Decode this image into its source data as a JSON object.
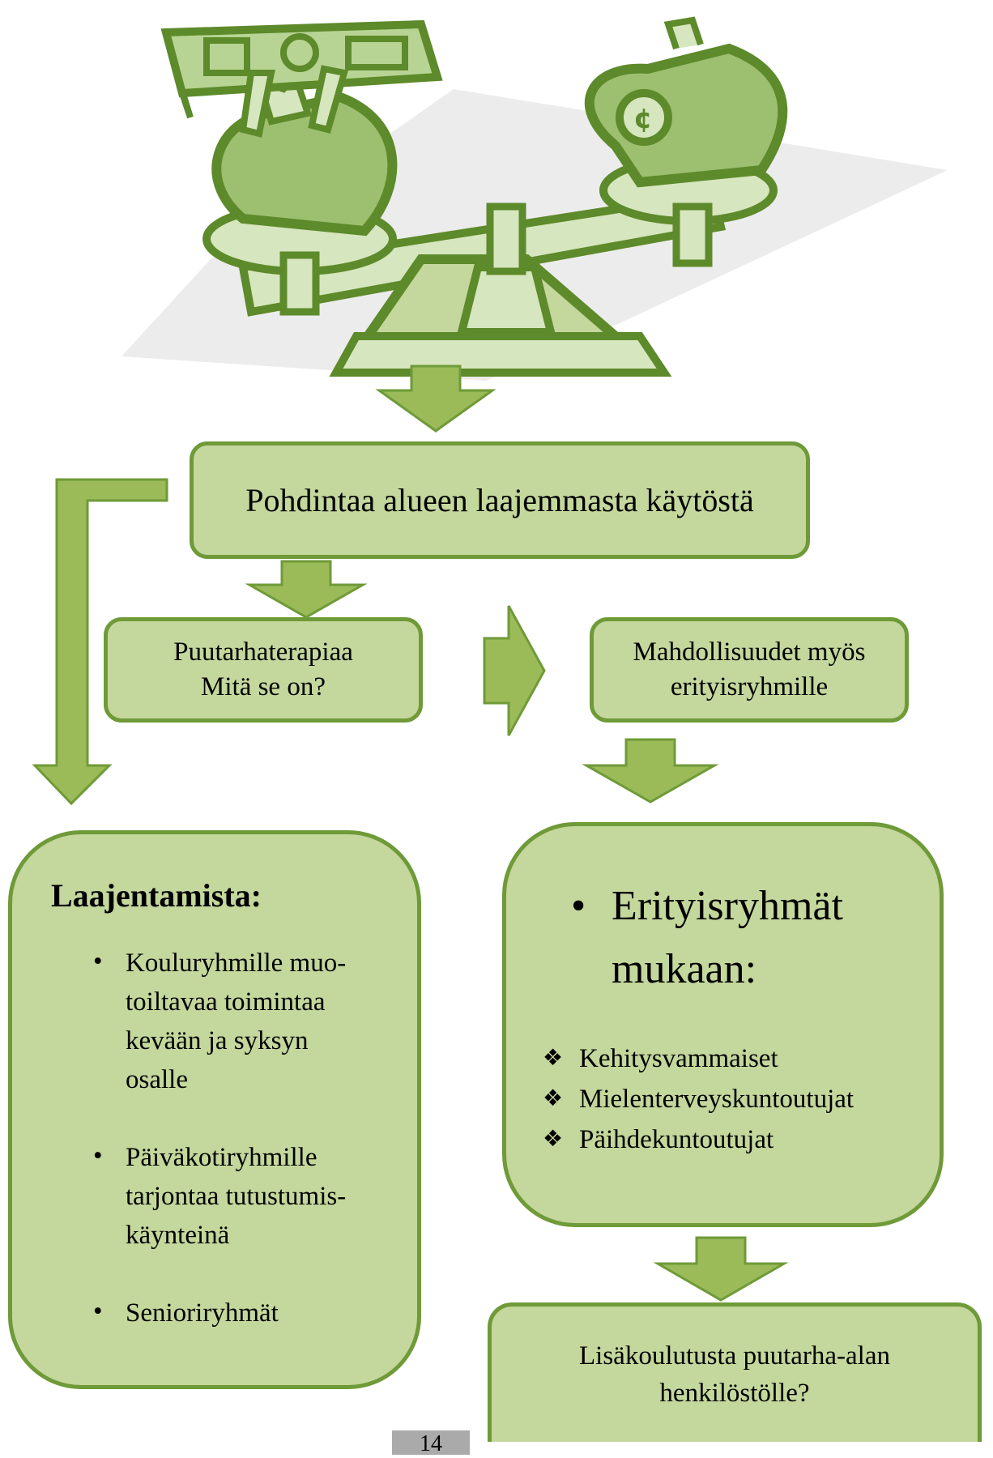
{
  "illustration": {
    "name": "balance-scale-money-clipart",
    "colors": {
      "dark": "#5d8a2a",
      "mid": "#8db85a",
      "light": "#d6e6bf",
      "paper": "#ececec"
    }
  },
  "top_box": {
    "text": "Pohdintaa alueen laajemmasta käytöstä"
  },
  "box_therapy": {
    "line1": "Puutarhaterapiaa",
    "line2": "Mitä se on?"
  },
  "box_possibilities": {
    "line1": "Mahdollisuudet myös",
    "line2": "erityisryhmille"
  },
  "box_expansion": {
    "heading": "Laajentamista:",
    "items": [
      {
        "lines": [
          "Kouluryhmille muo-",
          "toiltavaa toimintaa",
          "kevään ja syksyn",
          "osalle"
        ]
      },
      {
        "lines": [
          "Päiväkotiryhmille",
          "tarjontaa tutustumis-",
          "käynteinä"
        ]
      },
      {
        "lines": [
          "Senioriryhmät"
        ]
      }
    ]
  },
  "box_special": {
    "heading_line1": "Erityisryhmät",
    "heading_line2": "mukaan:",
    "items": [
      "Kehitysvammaiset",
      "Mielenterveyskuntoutujat",
      "Päihdekuntoutujat"
    ]
  },
  "box_training": {
    "line1": "Lisäkoulutusta puutarha-alan",
    "line2": "henkilöstölle?"
  },
  "page_number": "14",
  "colors": {
    "box_fill": "#c4d79c",
    "box_border": "#6f9a38",
    "arrow_fill": "#9bbb59",
    "arrow_border": "#6f9a38",
    "page_num_bg": "#aaaaaa"
  }
}
